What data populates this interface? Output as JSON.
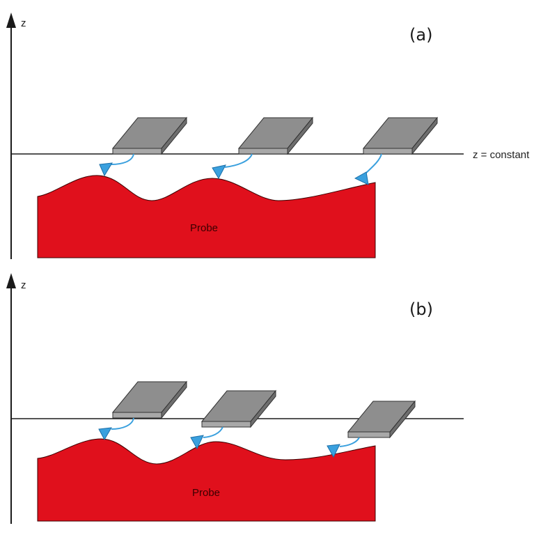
{
  "colors": {
    "probe_fill": "#e0101c",
    "plate_top": "#8e8e8e",
    "plate_front": "#a8a8a8",
    "plate_side": "#6e6e6e",
    "tip": "#3aa0de",
    "line": "#1a1a1a"
  },
  "panel_a": {
    "label": "(a)",
    "axis_label": "z",
    "line_label": "z = constant",
    "probe_label": "Probe"
  },
  "panel_b": {
    "label": "(b)",
    "axis_label": "z",
    "probe_label": "Probe"
  }
}
